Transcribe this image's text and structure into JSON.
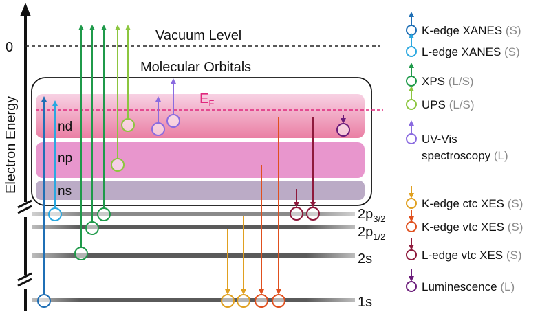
{
  "axis": {
    "label": "Electron Energy",
    "zero": "0"
  },
  "vacuum": {
    "label": "Vacuum Level"
  },
  "molecular": {
    "label": "Molecular Orbitals"
  },
  "fermi": {
    "label": "E",
    "sub": "F"
  },
  "bands": {
    "nd": "nd",
    "np": "np",
    "ns": "ns"
  },
  "core_levels": {
    "p32": {
      "main": "2p",
      "sub": "3/2"
    },
    "p12": {
      "main": "2p",
      "sub": "1/2"
    },
    "s2": "2s",
    "s1": "1s"
  },
  "legend": [
    {
      "name": "K-edge XANES",
      "tag": "(S)",
      "color": "#1f6fb5",
      "dir": "up"
    },
    {
      "name": "L-edge XANES",
      "tag": "(S)",
      "color": "#2aa8e0",
      "dir": "up"
    },
    {
      "name": "XPS",
      "tag": "(L/S)",
      "color": "#1f9a4a",
      "dir": "up"
    },
    {
      "name": "UPS",
      "tag": "(L/S)",
      "color": "#8cc63f",
      "dir": "up"
    },
    {
      "name": "UV-Vis",
      "name2": "spectroscopy",
      "tag": "(L)",
      "color": "#8a6be0",
      "dir": "up"
    },
    {
      "name": "K-edge ctc XES",
      "tag": "(S)",
      "color": "#e0a020",
      "dir": "down"
    },
    {
      "name": "K-edge vtc XES",
      "tag": "(S)",
      "color": "#e0501e",
      "dir": "down"
    },
    {
      "name": "L-edge vtc XES",
      "tag": "(S)",
      "color": "#8e1a3c",
      "dir": "down"
    },
    {
      "name": "Luminescence",
      "tag": "(L)",
      "color": "#6a1b7a",
      "dir": "down"
    }
  ]
}
